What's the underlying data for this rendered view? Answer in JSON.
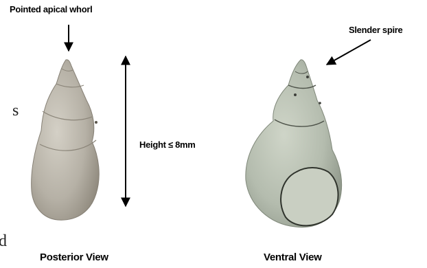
{
  "labels": {
    "apical": "Pointed apical whorl",
    "spire": "Slender spire",
    "height": "Height ≤ 8mm",
    "posterior": "Posterior View",
    "ventral": "Ventral View"
  },
  "edge_text": {
    "left_mid": "s",
    "left_bottom": "d"
  },
  "colors": {
    "posterior_shell": "#b6b1a6",
    "ventral_shell": "#b4bcae",
    "arrow": "#000000"
  }
}
